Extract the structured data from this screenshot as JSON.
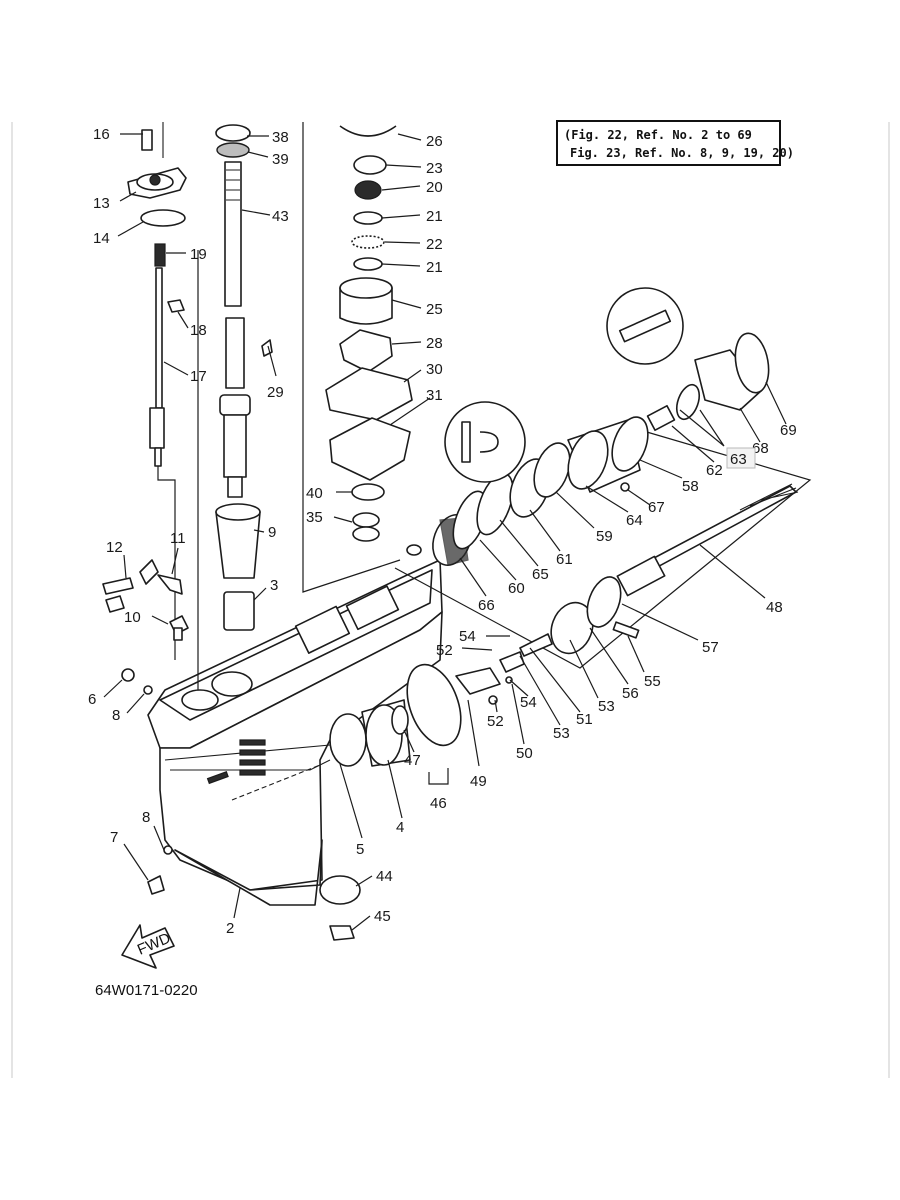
{
  "note_box": {
    "line1": "(Fig. 22, Ref. No. 2 to 69",
    "line2": "Fig. 23, Ref. No. 8, 9, 19, 20)"
  },
  "drawing_code": "64W0171-0220",
  "fwd_label": "FWD",
  "highlighted_ref": "63",
  "callouts": [
    "16",
    "38",
    "39",
    "26",
    "23",
    "20",
    "21",
    "22",
    "21",
    "13",
    "43",
    "14",
    "19",
    "25",
    "18",
    "28",
    "17",
    "29",
    "30",
    "31",
    "40",
    "35",
    "9",
    "12",
    "11",
    "3",
    "10",
    "6",
    "8",
    "54",
    "52",
    "49",
    "47",
    "46",
    "4",
    "5",
    "44",
    "45",
    "2",
    "7",
    "8",
    "48",
    "57",
    "55",
    "56",
    "53",
    "51",
    "53",
    "54",
    "52",
    "50",
    "66",
    "60",
    "65",
    "61",
    "59",
    "64",
    "67",
    "58",
    "62",
    "68",
    "69",
    "63"
  ]
}
